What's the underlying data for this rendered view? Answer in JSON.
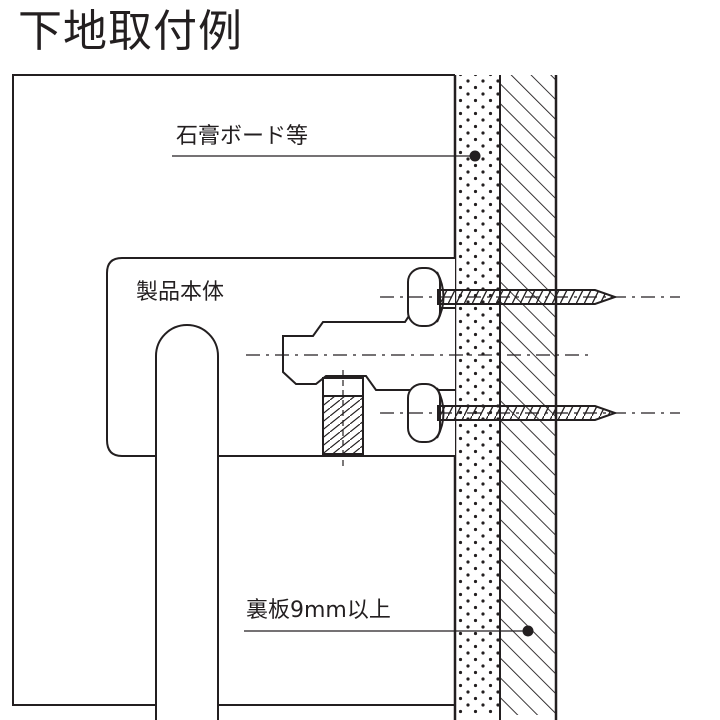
{
  "title": "下地取付例",
  "labels": {
    "gypsum": "石膏ボード等",
    "product": "製品本体",
    "backing": "裏板9mm以上"
  },
  "colors": {
    "ink": "#231f20",
    "background": "#ffffff"
  }
}
